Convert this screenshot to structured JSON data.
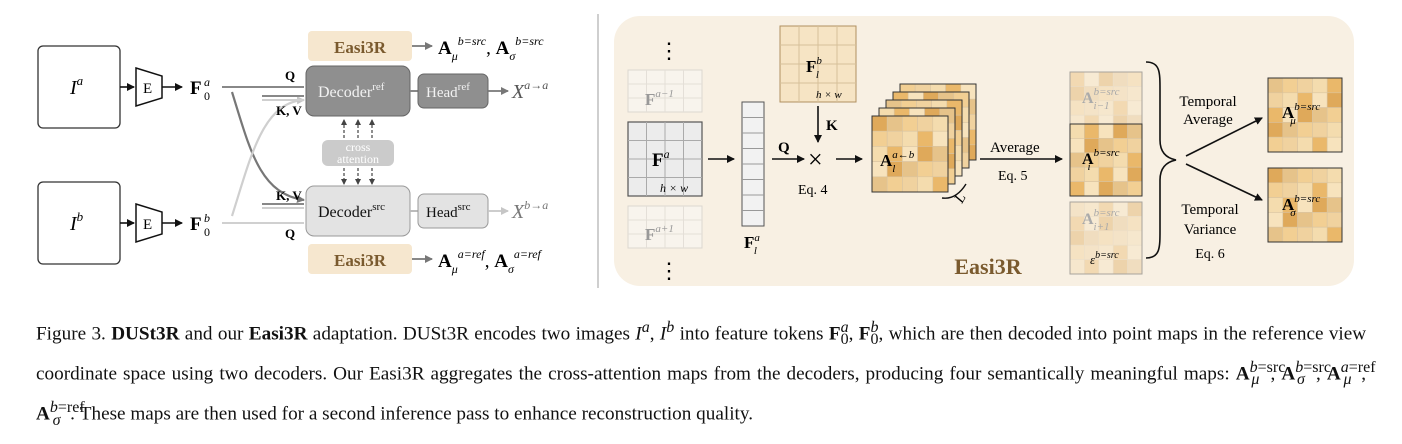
{
  "left_panel": {
    "img_a": "I",
    "img_a_sup": "a",
    "img_b": "I",
    "img_b_sup": "b",
    "encoder": "E",
    "feat": "F",
    "feat_sub": "0",
    "feat_a_sup": "a",
    "feat_b_sup": "b",
    "q": "Q",
    "kv": "K, V",
    "decoder": "Decoder",
    "decoder_ref_sup": "ref",
    "decoder_src_sup": "src",
    "head": "Head",
    "head_ref_sup": "ref",
    "head_src_sup": "src",
    "cross_attention_1": "cross",
    "cross_attention_2": "attention",
    "easi3r": "Easi3R",
    "out_x": "X",
    "out_ref_sup": "a→a",
    "out_src_sup": "b→a",
    "attn_A": "A",
    "attn_mu": "μ",
    "attn_sigma": "σ",
    "sup_b_src": "b=src",
    "sup_a_ref": "a=ref"
  },
  "right_panel": {
    "title": "Easi3R",
    "dots": "⋮",
    "feat": "F",
    "sup_a_minus": "a−1",
    "sup_a": "a",
    "sup_a_plus": "a+1",
    "hw": "h × w",
    "feat_l": "F",
    "sub_l": "l",
    "sup_b": "b",
    "q": "Q",
    "k": "K",
    "times": "×",
    "eq4": "Eq. 4",
    "attn": "A",
    "attn_sup": "a←b",
    "L": "L",
    "average": "Average",
    "eq5": "Eq. 5",
    "sub_i_minus": "i−1",
    "sub_i": "i",
    "sub_i_plus": "i+1",
    "sup_bsrc": "b=src",
    "eps": "ε",
    "temporal_average_1": "Temporal",
    "temporal_average_2": "Average",
    "temporal_variance_1": "Temporal",
    "temporal_variance_2": "Variance",
    "eq6": "Eq. 6",
    "mu": "μ",
    "sigma": "σ"
  },
  "caption": {
    "figure_label": "Figure 3.",
    "bold1": "DUSt3R",
    "t1": "and our",
    "bold2": "Easi3R",
    "t2": "adaptation. DUSt3R encodes two images",
    "t3": "into feature tokens",
    "t4": ", which are then decoded into point maps in the reference view coordinate space using two decoders. Our Easi3R aggregates the cross-attention maps from the decoders, producing four semantically meaningful maps:",
    "t5": ". These maps are then used for a second inference pass to enhance reconstruction quality."
  },
  "colors": {
    "easi3r_bg": "#f6e7cf",
    "easi3r_text": "#7a5a2e",
    "decoder_ref": "#8f8f8f",
    "decoder_src": "#e3e3e3",
    "panel_bg": "#f8f0e3",
    "cross": "#c8c8c8"
  }
}
